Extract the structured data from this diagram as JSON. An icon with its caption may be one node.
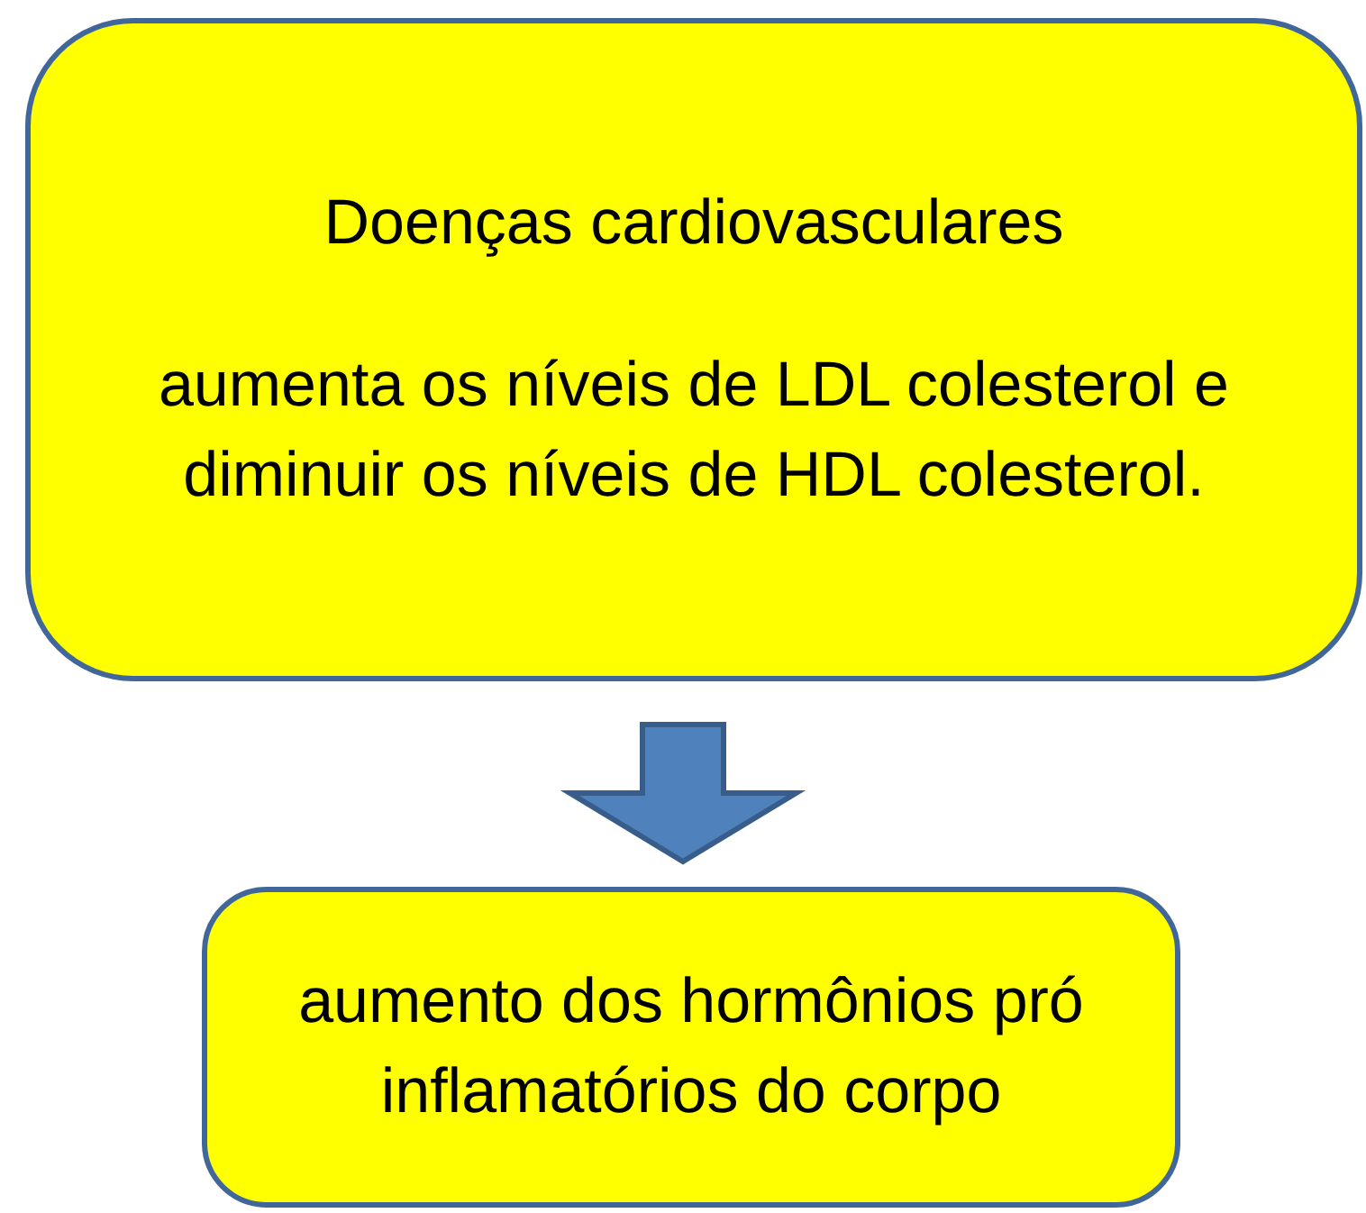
{
  "diagram": {
    "nodes": [
      {
        "text": [
          "Doenças cardiovasculares",
          "aumenta os níveis de LDL colesterol e diminuir os níveis de HDL colesterol."
        ]
      },
      {
        "text": [
          "aumento dos hormônios pró inflamatórios do corpo"
        ]
      }
    ],
    "edges": [
      {
        "from": 0,
        "to": 1,
        "arrow": "to",
        "style": "thick"
      }
    ]
  }
}
